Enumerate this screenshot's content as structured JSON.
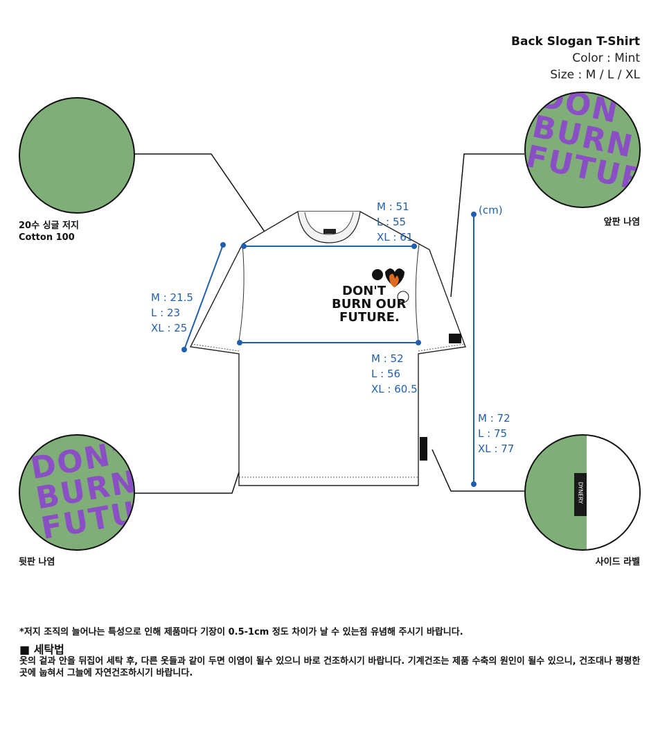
{
  "product": {
    "name": "Back Slogan T-Shirt",
    "color": "Color : Mint",
    "size": "Size : M / L / XL"
  },
  "callouts": {
    "fabric_line1": "20수 싱글 저지",
    "fabric_line2": "Cotton 100",
    "front_print": "앞판 나염",
    "back_print": "뒷판 나염",
    "side_label": "사이드 라벨"
  },
  "measurements": {
    "unit": "(cm)",
    "chest": [
      "M : 51",
      "L : 55",
      "XL : 61"
    ],
    "sleeve": [
      "M : 21.5",
      "L : 23",
      "XL : 25"
    ],
    "hem": [
      "M : 52",
      "L : 56",
      "XL : 60.5"
    ],
    "length": [
      "M : 72",
      "L : 75",
      "XL : 77"
    ]
  },
  "print_text": [
    "DON'T",
    "BURN OUR",
    "FUTURE."
  ],
  "swatch_text": [
    "DON'T",
    "BURN",
    "FUTURE"
  ],
  "side_tag_text": "DYNERY",
  "colors": {
    "mint": "#7fae78",
    "purple": "#8a4fc4",
    "measure_blue": "#1f5fb0"
  },
  "notes": {
    "disclaimer": "*저지 조직의 늘어나는 특성으로 인해 제품마다 기장이 0.5-1cm 정도 차이가 날 수 있는점 유념해 주시기 바랍니다.",
    "wash_title": "■ 세탁법",
    "wash_text": "옷의 겉과 안을 뒤집어 세탁 후, 다른 옷들과 같이 두면 이염이 될수 있으니 바로 건조하시기 바랍니다. 기계건조는 제품 수축의 원인이 될수 있으니, 건조대나 평평한 곳에 눕혀서 그늘에 자연건조하시기 바랍니다."
  }
}
